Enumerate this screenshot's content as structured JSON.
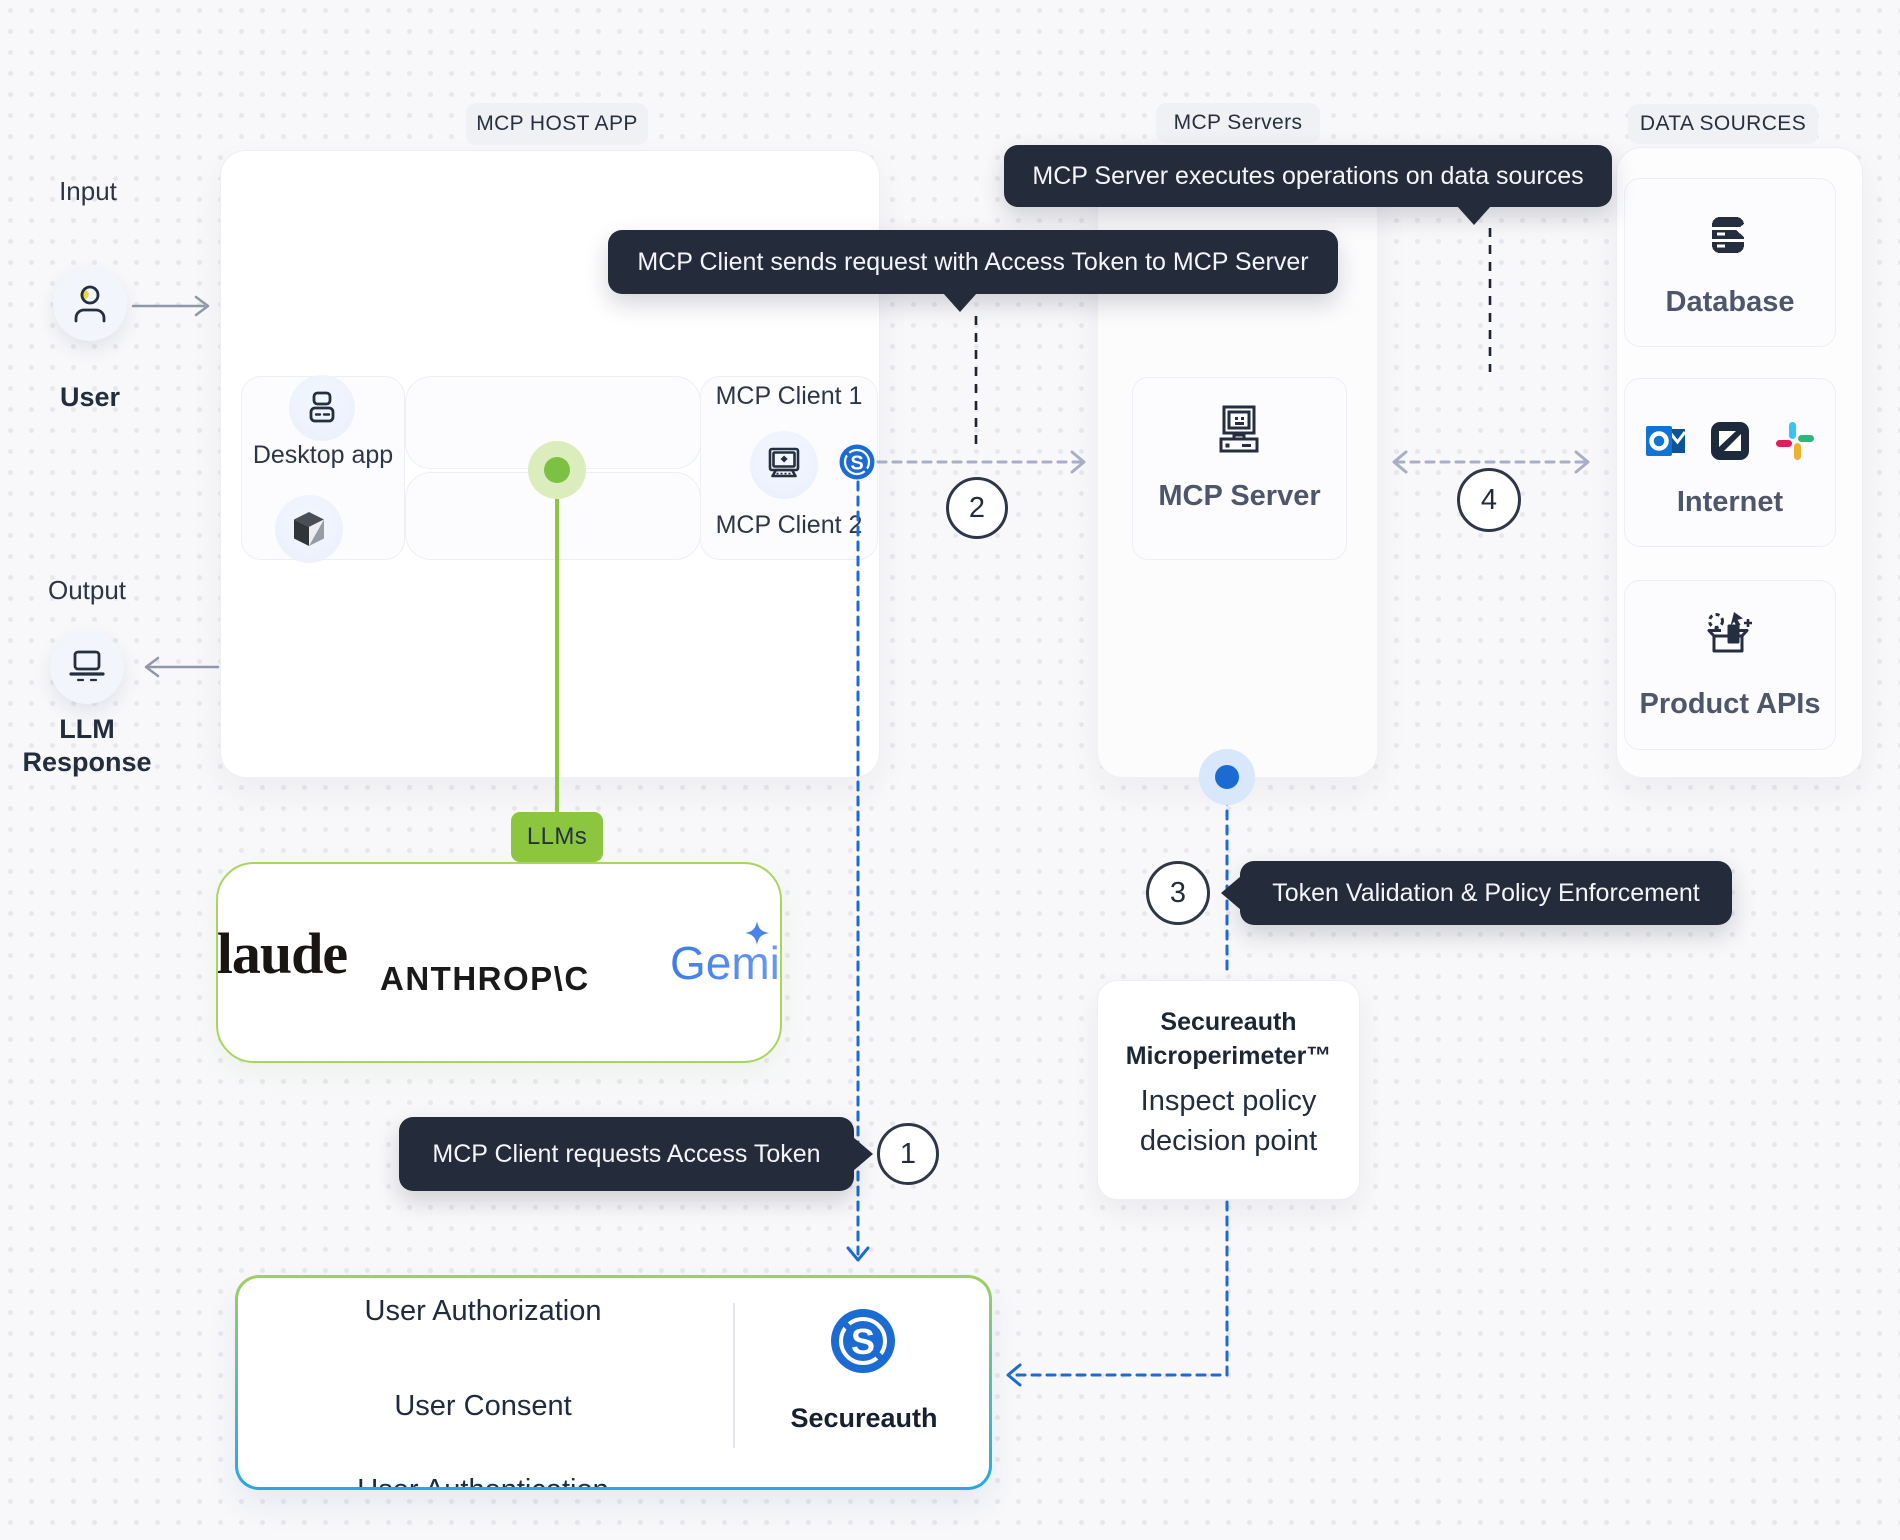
{
  "left_rail": {
    "input_label": "Input",
    "user_label": "User",
    "output_label": "Output",
    "llm_response_label": "LLM Response"
  },
  "host_app": {
    "chip": "MCP HOST APP",
    "desktop_app_label": "Desktop app",
    "client1_label": "MCP Client 1",
    "client2_label": "MCP Client 2"
  },
  "llm": {
    "chip": "LLMs",
    "claude": "claude",
    "anthropic": "ANTHROP\\C",
    "gemini": "Gemini"
  },
  "servers": {
    "chip": "MCP Servers",
    "server_label": "MCP Server"
  },
  "data_sources": {
    "chip": "DATA SOURCES",
    "database_label": "Database",
    "internet_label": "Internet",
    "apis_label": "Product APIs"
  },
  "callouts": {
    "step1": "MCP Client requests Access Token",
    "step2": "MCP Client sends request with Access Token to MCP Server",
    "step3": "Token Validation & Policy Enforcement",
    "step4": "MCP Server executes operations on data sources"
  },
  "steps": {
    "s1": "1",
    "s2": "2",
    "s3": "3",
    "s4": "4"
  },
  "microperimeter": {
    "title": "Secureauth\nMicroperimeter™",
    "body": "Inspect policy decision point"
  },
  "authorization": {
    "item1": "User Authorization",
    "item2": "User Consent",
    "item3": "User Authentication",
    "brand": "Secureauth"
  },
  "colors": {
    "accent_green": "#8cc63f",
    "accent_blue": "#1b6bd3",
    "tooltip_bg": "#242b3a",
    "ink": "#243040",
    "slate_label": "#4d566b"
  }
}
